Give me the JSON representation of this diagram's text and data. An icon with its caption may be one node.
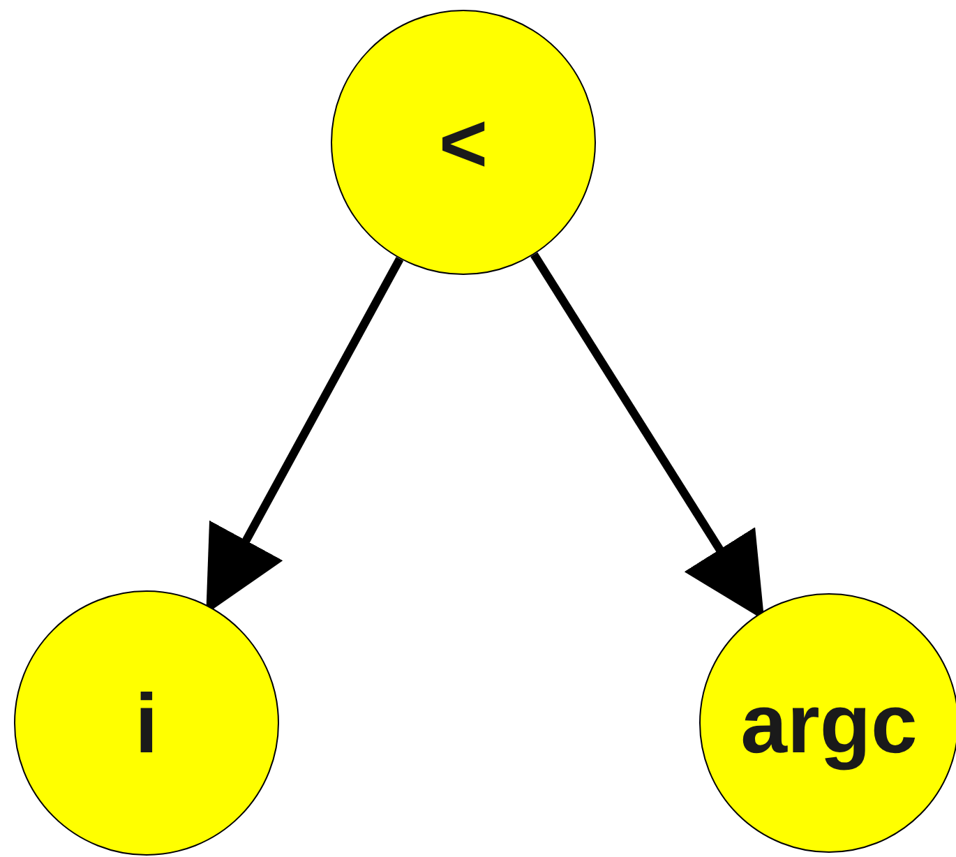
{
  "diagram": {
    "nodes": [
      {
        "text": [
          "<"
        ]
      },
      {
        "text": [
          "i"
        ]
      },
      {
        "text": [
          "argc"
        ]
      }
    ],
    "edges": [
      {
        "from": 0,
        "to": 1,
        "arrow": "to"
      },
      {
        "from": 0,
        "to": 2,
        "arrow": "to"
      }
    ]
  }
}
